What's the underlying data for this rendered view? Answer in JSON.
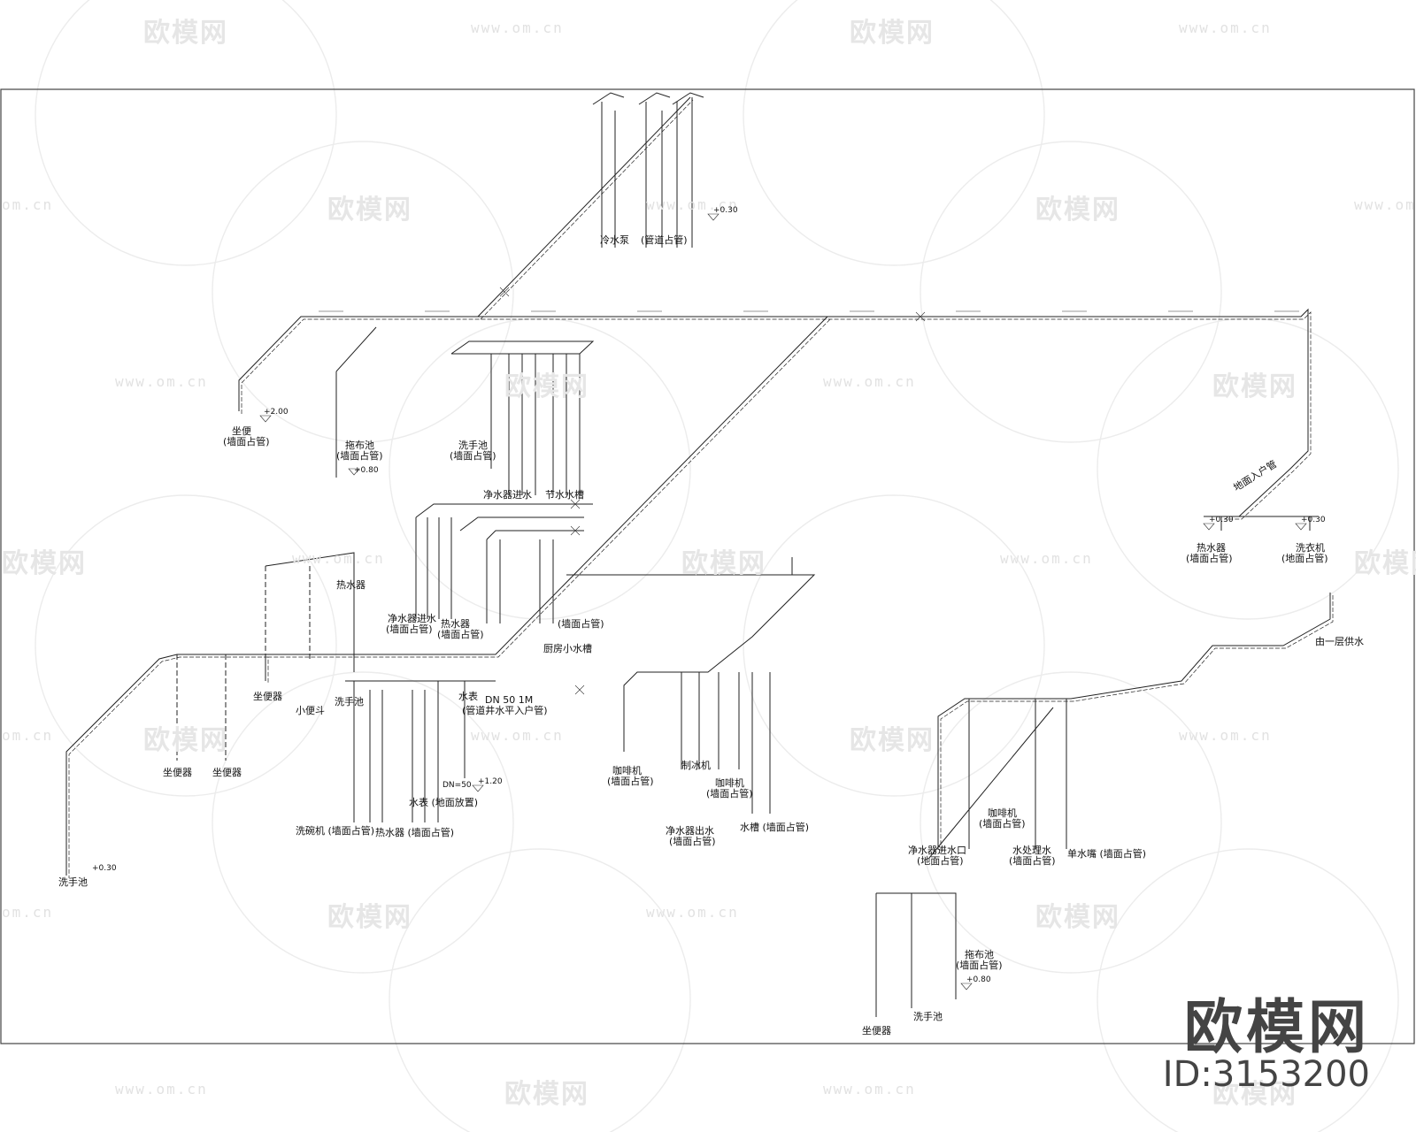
{
  "watermark": {
    "logo_text": "欧模网",
    "url_text": "www.om.cn",
    "url_text_short": "om.cn",
    "logo_text_clipped": "欧模网"
  },
  "brand": {
    "name": "欧模网",
    "id_label": "ID:3153200"
  },
  "labels": {
    "top_pump": "冷水泵",
    "top_pipe": "(管道占管)",
    "mop_sink_top": "拖布池",
    "mop_sink_top_sub": "(墙面占管)",
    "mop_sink_top_elev": "+0.80",
    "left_fixture": "坐便",
    "left_fixture_sub": "(墙面占管)",
    "left_fixture_elev": "+2.00",
    "hand_sink_mid": "洗手池",
    "hand_sink_mid_sub": "(墙面占管)",
    "water_purifier_fill": "净水器进水",
    "water_saver": "节水水槽",
    "right_water_heater": "热水器",
    "right_water_heater_sub": "(墙面占管)",
    "right_water_heater_elev": "+0.30",
    "right_washer": "洗衣机",
    "right_washer_sub": "(地面占管)",
    "mid_purifier_in": "净水器进水",
    "mid_purifier_in_sub": "(墙面占管)",
    "mid_water_heater": "热水器",
    "mid_water_heater_sub": "(墙面占管)",
    "mid_water_tank": "热水器",
    "mid_water_tank_sub": "(墙面占管)",
    "under_sink_wall": "厨房小水槽",
    "floor_drain": "小便斗",
    "hand_sink_small": "洗手池",
    "mid_meter": "水表",
    "mid_inlet": "DN 50 1M",
    "mid_inlet_sub": "(管道井水平入户管)",
    "dn_label": "DN=50",
    "dn_elev": "+1.20",
    "water_meter_station": "水表 (地面放置)",
    "dishwasher": "洗碗机 (墙面占管)",
    "waterproof": "热水器 (墙面占管)",
    "toilet_a": "坐便器",
    "toilet_b": "坐便器",
    "hand_sink_left": "洗手池",
    "left_elev": "+0.30",
    "coffee_machine": "咖啡机",
    "coffee_machine_sub": "(墙面占管)",
    "ice_machine": "制冰机",
    "espresso": "咖啡机",
    "espresso_sub": "(墙面占管)",
    "purifier_out": "净水器出水",
    "purifier_out_sub": "(墙面占管)",
    "water_tap": "水槽 (墙面占管)",
    "right_inlet": "由一层供水",
    "right_coffee": "咖啡机",
    "right_coffee_sub": "(墙面占管)",
    "right_purifier": "净水器进水口",
    "right_purifier_sub": "(地面占管)",
    "right_hot": "水处理水",
    "right_hot_sub": "(墙面占管)",
    "right_single": "单水嘴 (墙面占管)",
    "bottom_mop": "拖布池",
    "bottom_mop_sub": "(墙面占管)",
    "bottom_mop_elev": "+0.80",
    "bottom_toilet": "坐便器",
    "bottom_hand": "洗手池",
    "main_riser_label": "地面入户管",
    "upper_elev": "+0.30",
    "mid_elev_a": "+0.30",
    "mid_elev_b": "+0.30"
  }
}
